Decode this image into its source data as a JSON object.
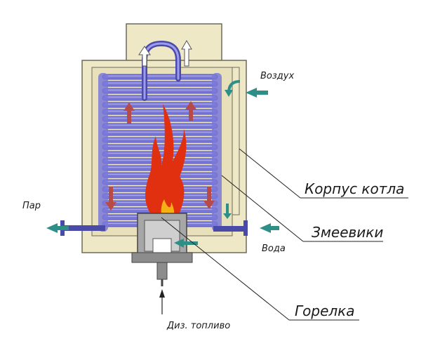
{
  "labels": {
    "air": "Воздух",
    "body": "Корпус котла",
    "coils": "Змеевики",
    "burner": "Горелка",
    "steam": "Пар",
    "water": "Вода",
    "fuel": "Диз. топливо"
  },
  "colors": {
    "housing": "#efe8c6",
    "housing_stroke": "#6c6a5a",
    "coil": "#7a78d8",
    "coil_dark": "#3e3c9a",
    "flame_outer": "#e03010",
    "flame_inner": "#f4b014",
    "arrow_teal": "#2e8f86",
    "arrow_red": "#b84a4a",
    "arrow_hollow": "#ffffff",
    "pipe": "#4a4aa8",
    "burner": "#a7a7a7",
    "leader": "#222222"
  }
}
